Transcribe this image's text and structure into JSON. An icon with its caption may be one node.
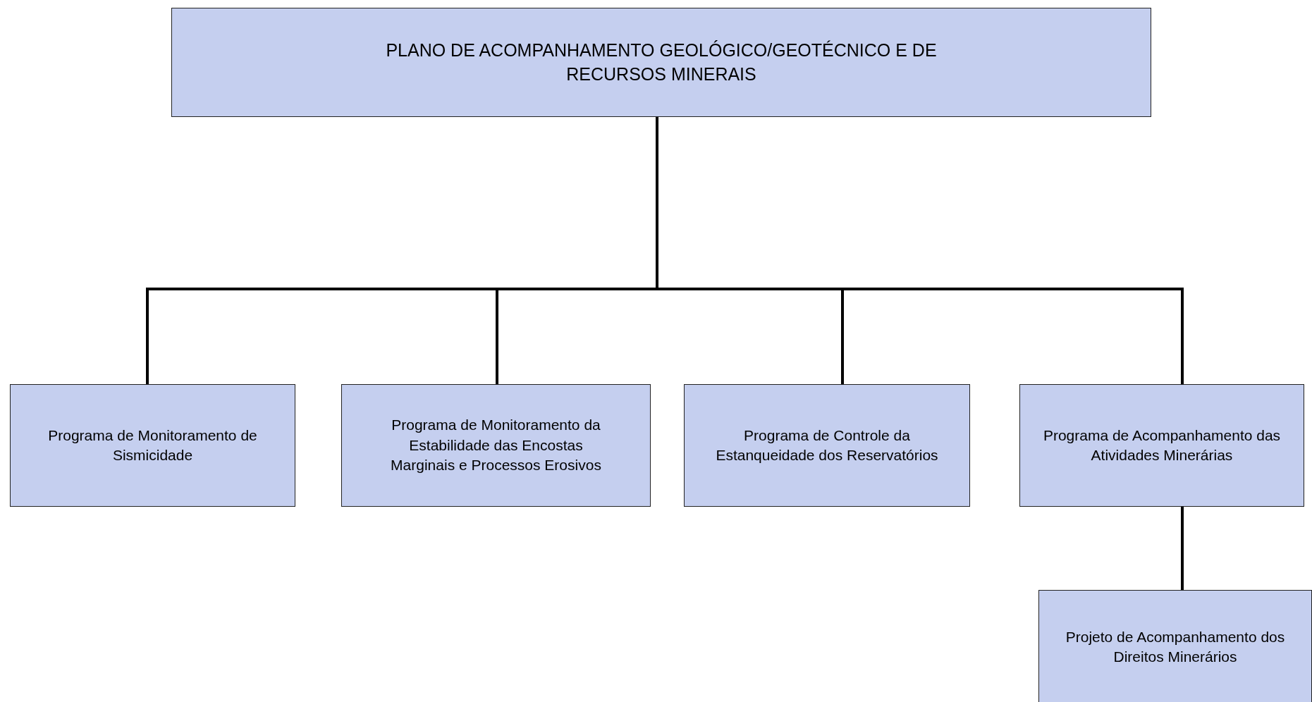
{
  "diagram": {
    "nodes": [
      {
        "text": [
          "PLANO DE ACOMPANHAMENTO GEOLÓGICO/GEOTÉCNICO E DE RECURSOS MINERAIS"
        ]
      },
      {
        "text": [
          "Programa de Monitoramento de Sismicidade"
        ]
      },
      {
        "text": [
          "Programa de Monitoramento da Estabilidade das Encostas Marginais e Processos Erosivos"
        ]
      },
      {
        "text": [
          "Programa de Controle da Estanqueidade dos Reservatórios"
        ]
      },
      {
        "text": [
          "Programa de Acompanhamento das Atividades Minerárias"
        ]
      },
      {
        "text": [
          "Projeto de Acompanhamento dos Direitos Minerários"
        ]
      }
    ],
    "edges": [
      {
        "from": 0,
        "to": 1,
        "arrow": "none"
      },
      {
        "from": 0,
        "to": 2,
        "arrow": "none"
      },
      {
        "from": 0,
        "to": 3,
        "arrow": "none"
      },
      {
        "from": 0,
        "to": 4,
        "arrow": "none"
      },
      {
        "from": 4,
        "to": 5,
        "arrow": "none"
      }
    ]
  }
}
